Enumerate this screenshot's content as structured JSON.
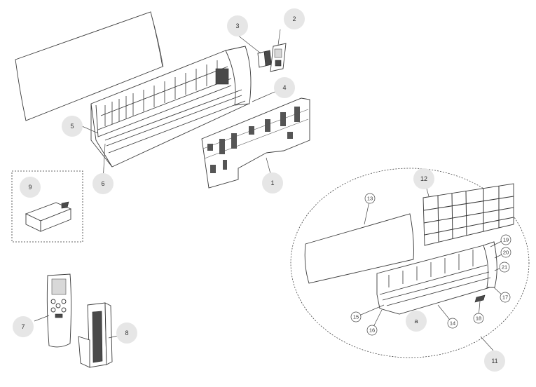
{
  "callouts": {
    "c1": "1",
    "c2": "2",
    "c3": "3",
    "c4": "4",
    "c5": "5",
    "c6": "6",
    "c7": "7",
    "c8": "8",
    "c9": "9",
    "c11": "11",
    "c12": "12",
    "c13": "13",
    "c14": "14",
    "c15": "15",
    "c16": "16",
    "c17": "17",
    "c18": "18",
    "c19": "19",
    "c20": "20",
    "c21": "21",
    "ca": "a"
  },
  "colors": {
    "callout_fill": "#e6e6e6",
    "line": "#3a3a3a"
  }
}
